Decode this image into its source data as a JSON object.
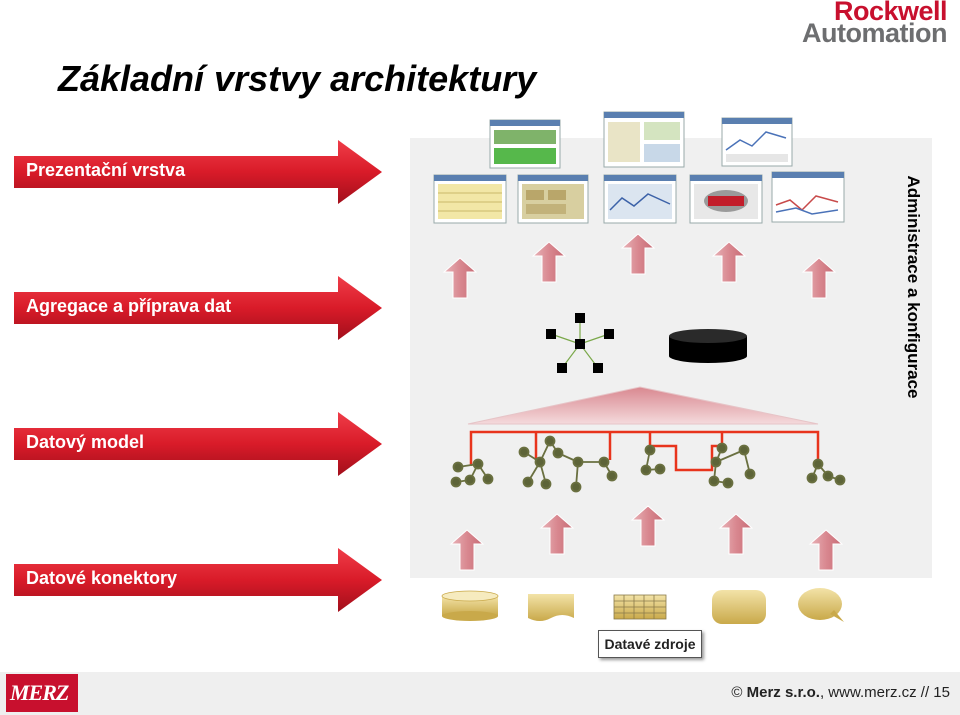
{
  "brand": {
    "line1": "Rockwell",
    "line2": "Automation",
    "footer_logo": "MERZ"
  },
  "title": "Základní vrstvy architektury",
  "layers": [
    {
      "label": "Prezentační vrstva"
    },
    {
      "label": "Agregace a příprava dat"
    },
    {
      "label": "Datový model"
    },
    {
      "label": "Datové konektory"
    }
  ],
  "side_label": "Administrace a konfigurace",
  "sources_label": "Datavé zdroje",
  "footer": {
    "copyright": "©",
    "company": "Merz s.r.o.",
    "rest": ", www.merz.cz // 15"
  },
  "icons": {
    "screens": "screenshot-thumbnail-icon",
    "up": "up-arrow-icon",
    "star": "star-network-icon",
    "disk": "database-disk-icon",
    "tree": "tree-network-icon",
    "sources": [
      "database-cylinder-icon",
      "document-icon",
      "spreadsheet-grid-icon",
      "data-storage-icon",
      "comment-bubble-icon"
    ]
  },
  "colors": {
    "arrow": "#e0202e",
    "arrow_dark": "#9e0d18",
    "network_line": "#e8341c",
    "node": "#5d6438",
    "up_arrow": "#d99aa0",
    "rockwell_red": "#c8102e"
  }
}
